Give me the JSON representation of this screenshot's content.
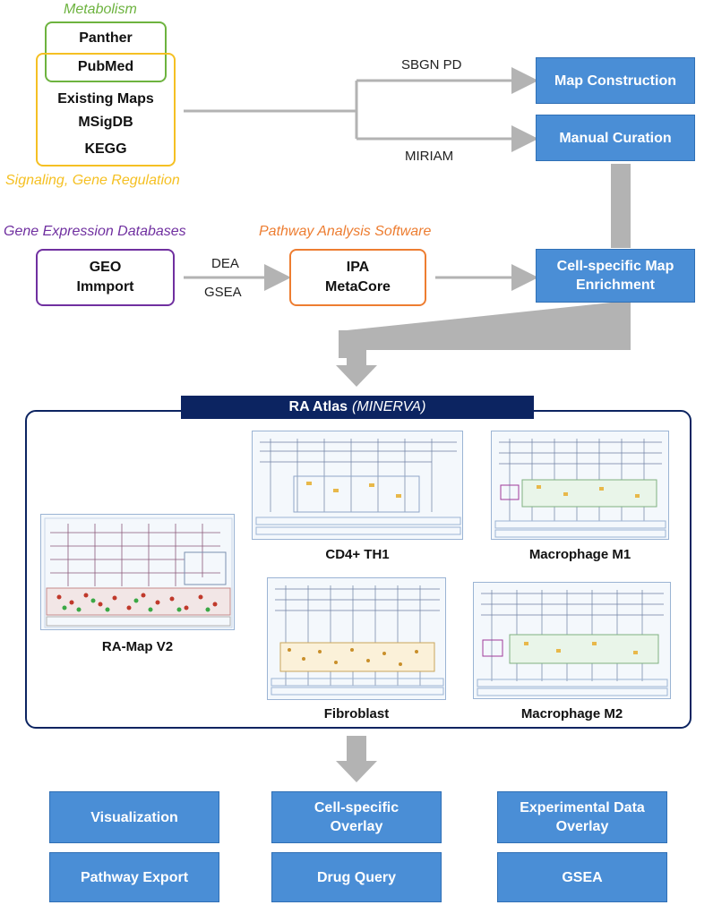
{
  "sources": {
    "metabolism_label": "Metabolism",
    "signaling_label": "Signaling, Gene Regulation",
    "items": [
      "Panther",
      "PubMed",
      "Existing Maps",
      "MSigDB",
      "KEGG"
    ]
  },
  "flow": {
    "sbgn": "SBGN PD",
    "miriam": "MIRIAM",
    "dea": "DEA",
    "gsea_edge": "GSEA"
  },
  "steps": {
    "map_construction": "Map Construction",
    "manual_curation": "Manual Curation",
    "enrichment_line1": "Cell-specific Map",
    "enrichment_line2": "Enrichment"
  },
  "expression": {
    "label": "Gene Expression Databases",
    "items": [
      "GEO",
      "Immport"
    ]
  },
  "software": {
    "label": "Pathway Analysis Software",
    "items": [
      "IPA",
      "MetaCore"
    ]
  },
  "atlas": {
    "title": "RA Atlas",
    "subtitle": "(MINERVA)",
    "maps": [
      "RA-Map V2",
      "CD4+ TH1",
      "Macrophage M1",
      "Fibroblast",
      "Macrophage M2"
    ]
  },
  "features": [
    [
      "Visualization"
    ],
    [
      "Cell-specific",
      "Overlay"
    ],
    [
      "Experimental Data",
      "Overlay"
    ],
    [
      "Pathway Export"
    ],
    [
      "Drug Query"
    ],
    [
      "GSEA"
    ]
  ],
  "colors": {
    "metabolism": "#6db33f",
    "signaling": "#f5c023",
    "expression": "#7030a0",
    "software": "#ed7d31",
    "step_fill": "#4a8ed6",
    "atlas_border": "#0c2461",
    "arrow": "#b3b3b3"
  }
}
